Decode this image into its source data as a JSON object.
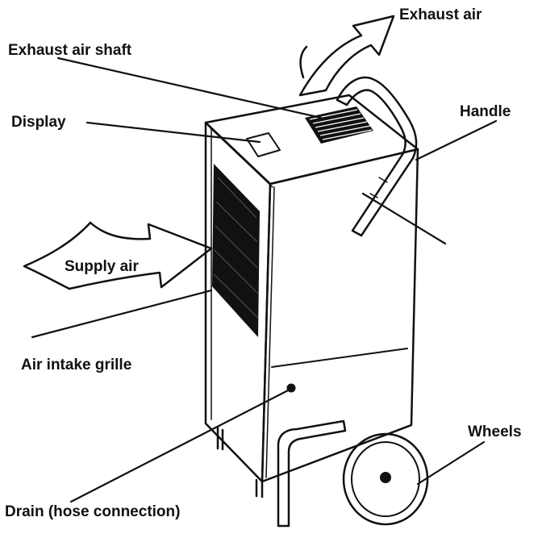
{
  "labels": {
    "exhaust_air": "Exhaust air",
    "exhaust_air_shaft": "Exhaust air shaft",
    "display": "Display",
    "handle": "Handle",
    "supply_air": "Supply air",
    "air_intake_grille": "Air intake grille",
    "wheels": "Wheels",
    "drain": "Drain (hose connection)"
  },
  "colors": {
    "line": "#111111",
    "background": "#ffffff"
  }
}
